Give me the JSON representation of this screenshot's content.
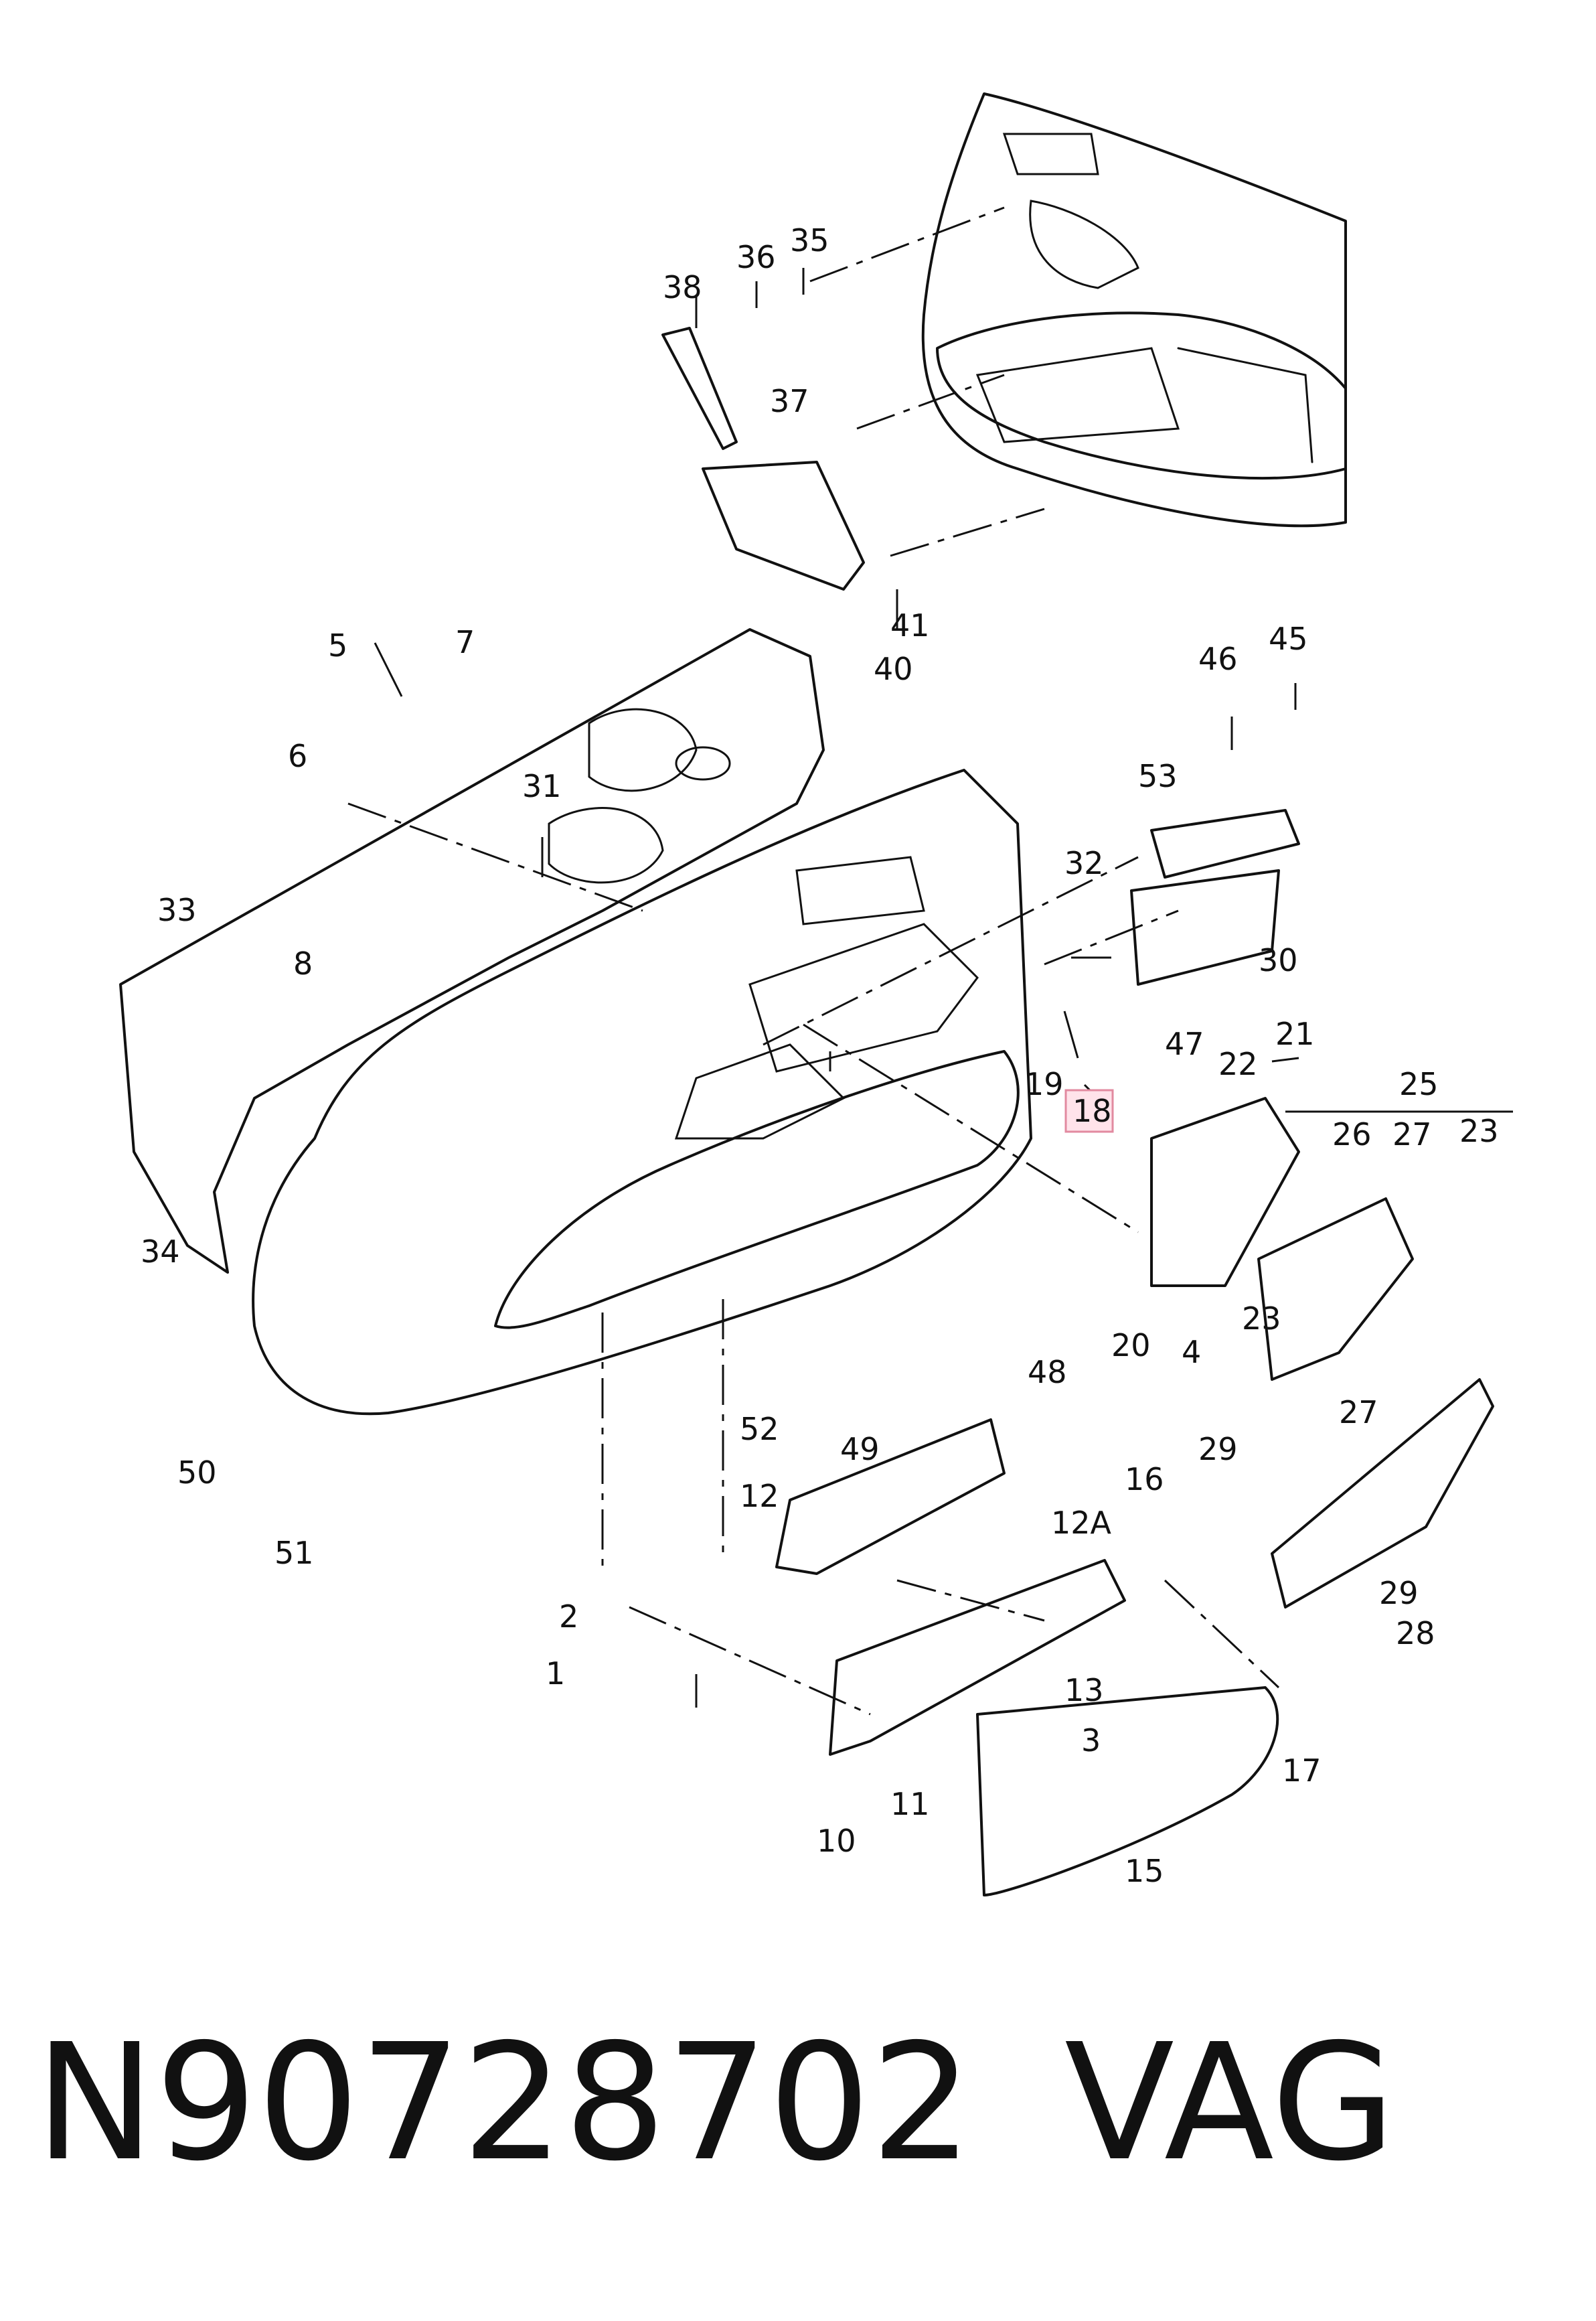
{
  "diagram": {
    "callouts": [
      "1",
      "2",
      "3",
      "4",
      "5",
      "6",
      "7",
      "8",
      "10",
      "11",
      "12",
      "12A",
      "13",
      "15",
      "16",
      "17",
      "18",
      "19",
      "20",
      "21",
      "22",
      "23",
      "23",
      "25",
      "26",
      "27",
      "27",
      "28",
      "29",
      "29",
      "30",
      "31",
      "32",
      "33",
      "34",
      "35",
      "36",
      "37",
      "38",
      "40",
      "41",
      "45",
      "46",
      "47",
      "48",
      "49",
      "50",
      "51",
      "52",
      "53"
    ],
    "highlighted_callout": "18",
    "colors": {
      "line": "#111111",
      "highlight_fill": "#ffe3ea",
      "highlight_stroke": "#e28aa0",
      "background": "#ffffff"
    }
  },
  "caption": {
    "part_number": "N90728702",
    "brand": "VAG"
  }
}
